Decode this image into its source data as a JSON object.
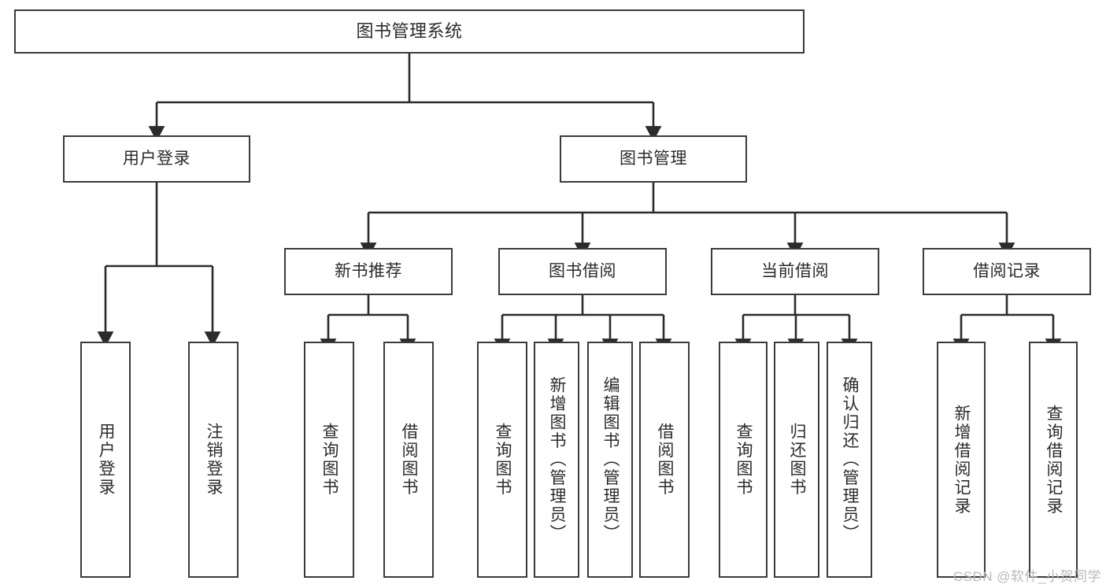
{
  "diagram": {
    "title": "图书管理系统",
    "type": "tree-hierarchy-chart",
    "colors": {
      "box_border": "#3b3b3b",
      "box_fill": "#ffffff",
      "connector": "#2b2b2b",
      "text": "#2b2b2b",
      "watermark": "#b9b9b9",
      "background": "#ffffff"
    },
    "nodes": {
      "root": {
        "label": "图书管理系统"
      },
      "level1": [
        {
          "id": "user-login",
          "label": "用户登录"
        },
        {
          "id": "book-management",
          "label": "图书管理"
        }
      ],
      "level2": [
        {
          "id": "new-book-recommend",
          "label": "新书推荐"
        },
        {
          "id": "book-borrow",
          "label": "图书借阅"
        },
        {
          "id": "current-borrow",
          "label": "当前借阅"
        },
        {
          "id": "borrow-record",
          "label": "借阅记录"
        }
      ],
      "leaves": {
        "user_login": [
          {
            "id": "leaf-user-login",
            "label": "用户登录"
          },
          {
            "id": "leaf-logout-login",
            "label": "注销登录"
          }
        ],
        "new_book_recommend": [
          {
            "id": "leaf-query-book-1",
            "label": "查询图书"
          },
          {
            "id": "leaf-borrow-book-1",
            "label": "借阅图书"
          }
        ],
        "book_borrow": [
          {
            "id": "leaf-query-book-2",
            "label": "查询图书"
          },
          {
            "id": "leaf-add-book",
            "label": "新增图书（管理员）"
          },
          {
            "id": "leaf-edit-book",
            "label": "编辑图书（管理员）"
          },
          {
            "id": "leaf-borrow-book-2",
            "label": "借阅图书"
          }
        ],
        "current_borrow": [
          {
            "id": "leaf-query-book-3",
            "label": "查询图书"
          },
          {
            "id": "leaf-return-book",
            "label": "归还图书"
          },
          {
            "id": "leaf-confirm-return",
            "label": "确认归还（管理员）"
          }
        ],
        "borrow_record": [
          {
            "id": "leaf-add-record",
            "label": "新增借阅记录"
          },
          {
            "id": "leaf-query-record",
            "label": "查询借阅记录"
          }
        ]
      }
    },
    "watermark": "CSDN @软件_小贺同学"
  }
}
